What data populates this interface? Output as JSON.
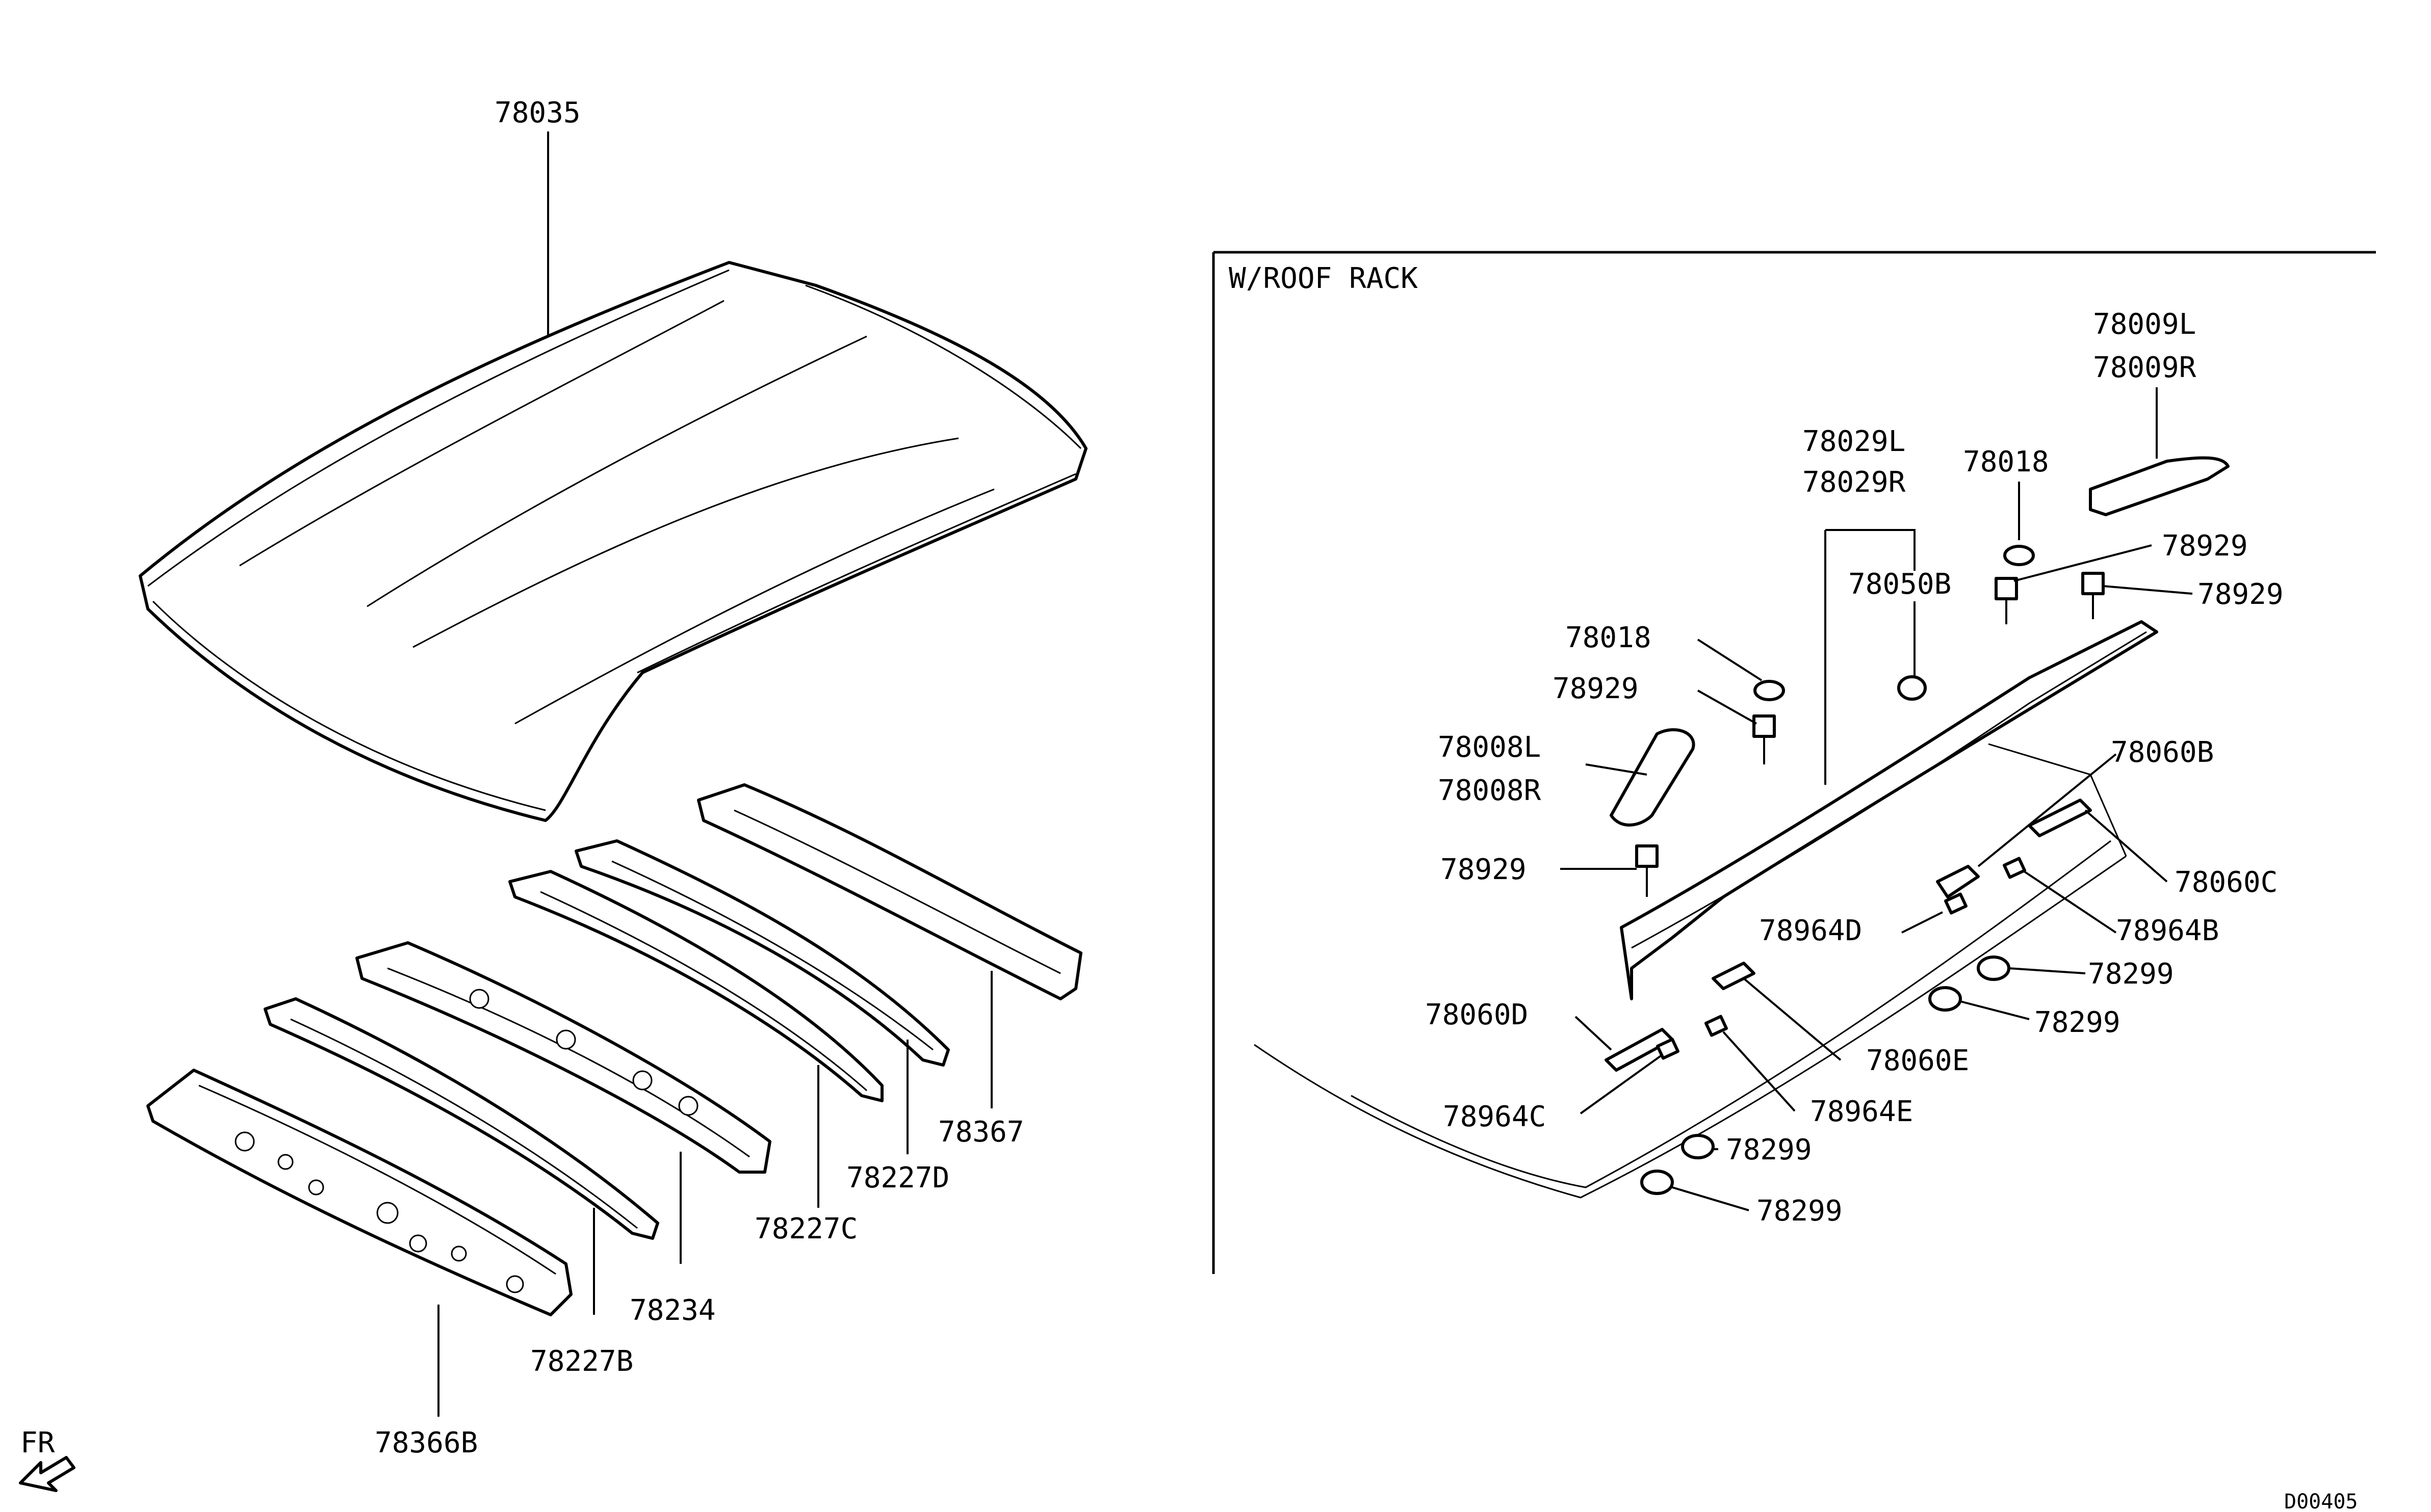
{
  "callouts": {
    "roof_panel": "78035",
    "side_rail_rear": "78367",
    "bow_d": "78227D",
    "bow_c": "78227C",
    "bow_main": "78234",
    "bow_b": "78227B",
    "front_header": "78366B",
    "rack_cover_rear_l": "78009L",
    "rack_cover_rear_r": "78009R",
    "rack_rail_l": "78029L",
    "rack_rail_r": "78029R",
    "plug_top": "78018",
    "plug_left": "78018",
    "bolt_top_1": "78929",
    "bolt_top_2": "78929",
    "bolt_left": "78929",
    "bolt_bottom": "78929",
    "grommet": "78050B",
    "rack_cover_front_l": "78008L",
    "rack_cover_front_r": "78008R",
    "bracket_b": "78060B",
    "bracket_c": "78060C",
    "bracket_d": "78060D",
    "bracket_e": "78060E",
    "pad_d": "78964D",
    "pad_b": "78964B",
    "pad_c": "78964C",
    "pad_e": "78964E",
    "nut_1": "78299",
    "nut_2": "78299",
    "nut_3": "78299",
    "nut_4": "78299"
  },
  "inset_title": "W/ROOF RACK",
  "direction_label": "FR",
  "diagram_code": "D00405"
}
